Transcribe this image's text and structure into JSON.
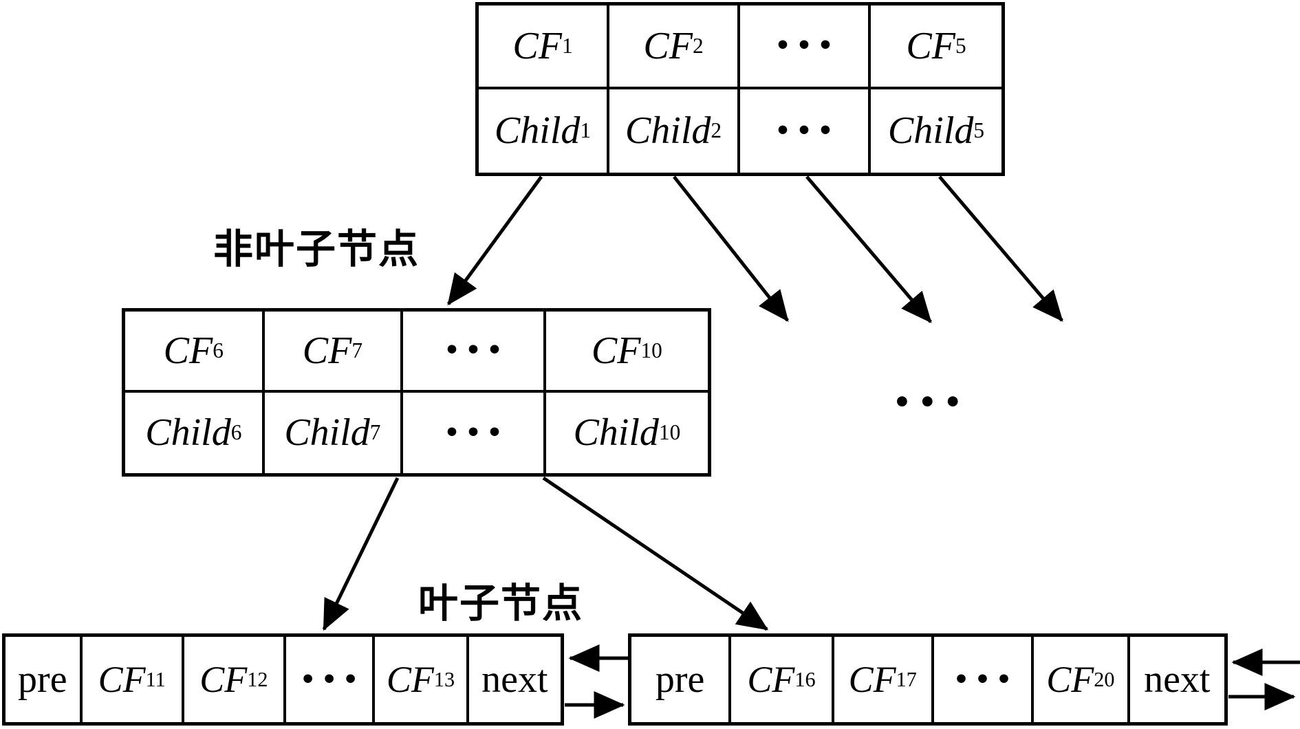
{
  "colors": {
    "ink": "#000000",
    "background": "#ffffff"
  },
  "labels": {
    "nonleaf_node": "非叶子节点",
    "leaf_node": "叶子节点",
    "level_ellipsis": "•••"
  },
  "root_node": {
    "cf_row": [
      {
        "base": "CF",
        "sub": "1"
      },
      {
        "base": "CF",
        "sub": "2"
      },
      {
        "base": "•••",
        "sub": ""
      },
      {
        "base": "CF",
        "sub": "5"
      }
    ],
    "child_row": [
      {
        "base": "Child",
        "sub": "1"
      },
      {
        "base": "Child",
        "sub": "2"
      },
      {
        "base": "•••",
        "sub": ""
      },
      {
        "base": "Child",
        "sub": "5"
      }
    ]
  },
  "nonleaf_node": {
    "cf_row": [
      {
        "base": "CF",
        "sub": "6"
      },
      {
        "base": "CF",
        "sub": "7"
      },
      {
        "base": "•••",
        "sub": ""
      },
      {
        "base": "CF",
        "sub": "10"
      }
    ],
    "child_row": [
      {
        "base": "Child",
        "sub": "6"
      },
      {
        "base": "Child",
        "sub": "7"
      },
      {
        "base": "•••",
        "sub": ""
      },
      {
        "base": "Child",
        "sub": "10"
      }
    ]
  },
  "leaf_left": {
    "cells": [
      {
        "base": "pre",
        "sub": ""
      },
      {
        "base": "CF",
        "sub": "11"
      },
      {
        "base": "CF",
        "sub": "12"
      },
      {
        "base": "•••",
        "sub": ""
      },
      {
        "base": "CF",
        "sub": "13"
      },
      {
        "base": "next",
        "sub": ""
      }
    ]
  },
  "leaf_right": {
    "cells": [
      {
        "base": "pre",
        "sub": ""
      },
      {
        "base": "CF",
        "sub": "16"
      },
      {
        "base": "CF",
        "sub": "17"
      },
      {
        "base": "•••",
        "sub": ""
      },
      {
        "base": "CF",
        "sub": "20"
      },
      {
        "base": "next",
        "sub": ""
      }
    ]
  }
}
